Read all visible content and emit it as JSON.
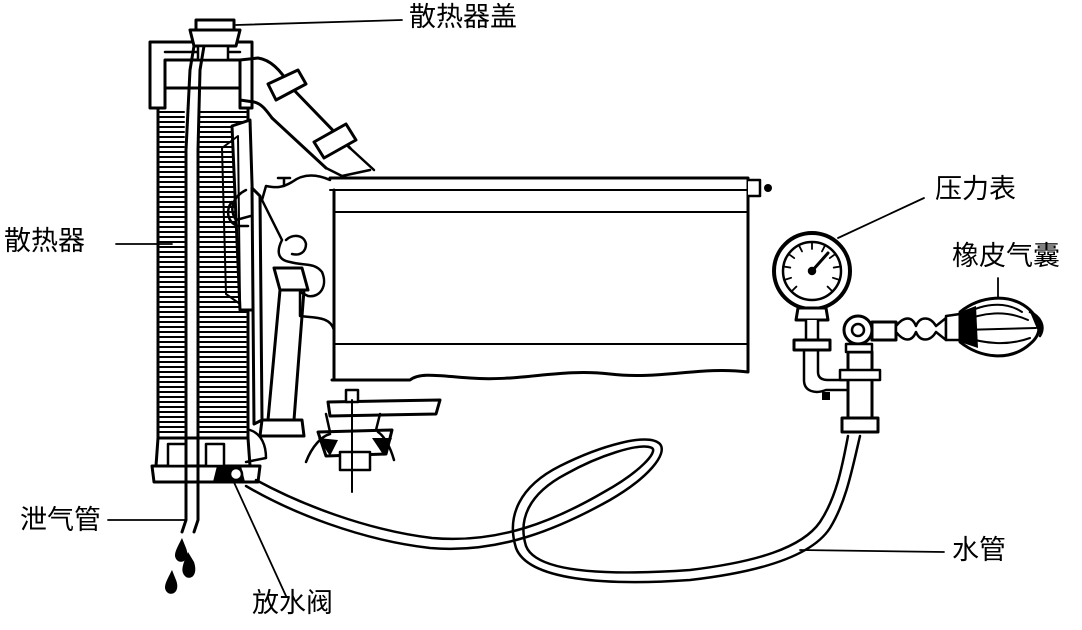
{
  "labels": {
    "radiator_cap": "散热器盖",
    "radiator": "散热器",
    "vent_pipe": "泄气管",
    "drain_valve": "放水阀",
    "pressure_gauge": "压力表",
    "rubber_bulb": "橡皮气囊",
    "water_hose": "水管"
  },
  "colors": {
    "ink": "#000000",
    "paper": "#ffffff"
  }
}
